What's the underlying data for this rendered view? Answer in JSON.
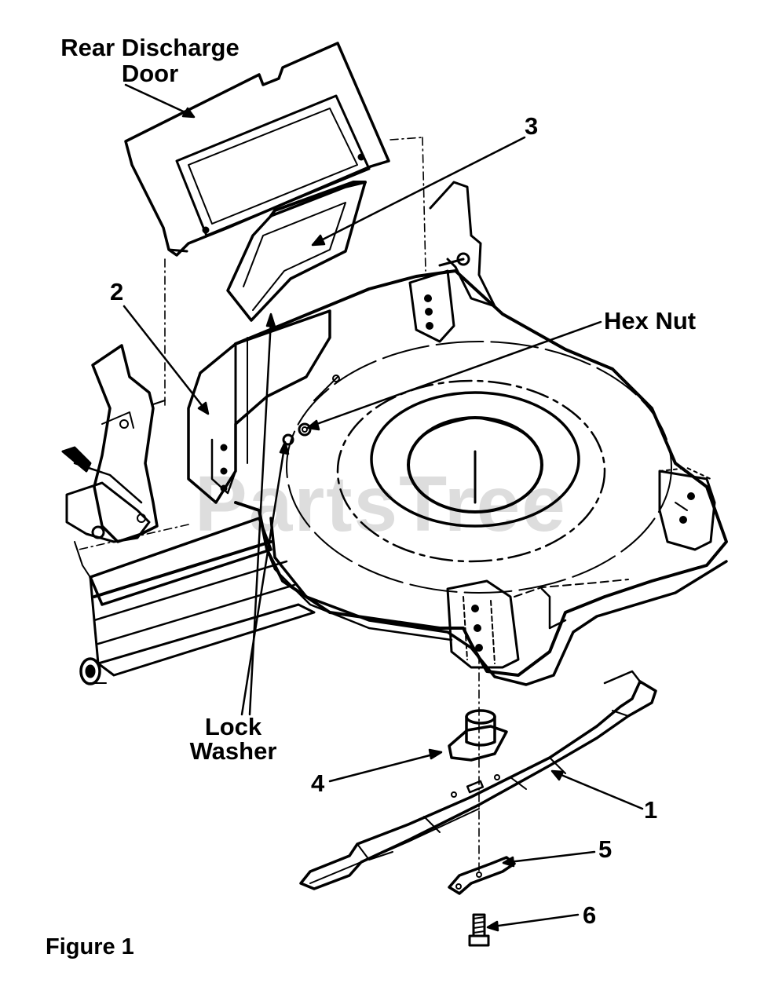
{
  "labels": {
    "rear_discharge_door": "Rear Discharge\nDoor",
    "rear_discharge_line1": "Rear Discharge",
    "rear_discharge_line2": "Door",
    "part_3": "3",
    "part_2": "2",
    "hex_nut": "Hex Nut",
    "lock_washer_line1": "Lock",
    "lock_washer_line2": "Washer",
    "part_4": "4",
    "part_1": "1",
    "part_5": "5",
    "part_6": "6",
    "figure": "Figure 1"
  },
  "watermark": "PartsTree",
  "colors": {
    "ink": "#000000",
    "paper": "#ffffff",
    "watermark": "#9a9a9a"
  }
}
